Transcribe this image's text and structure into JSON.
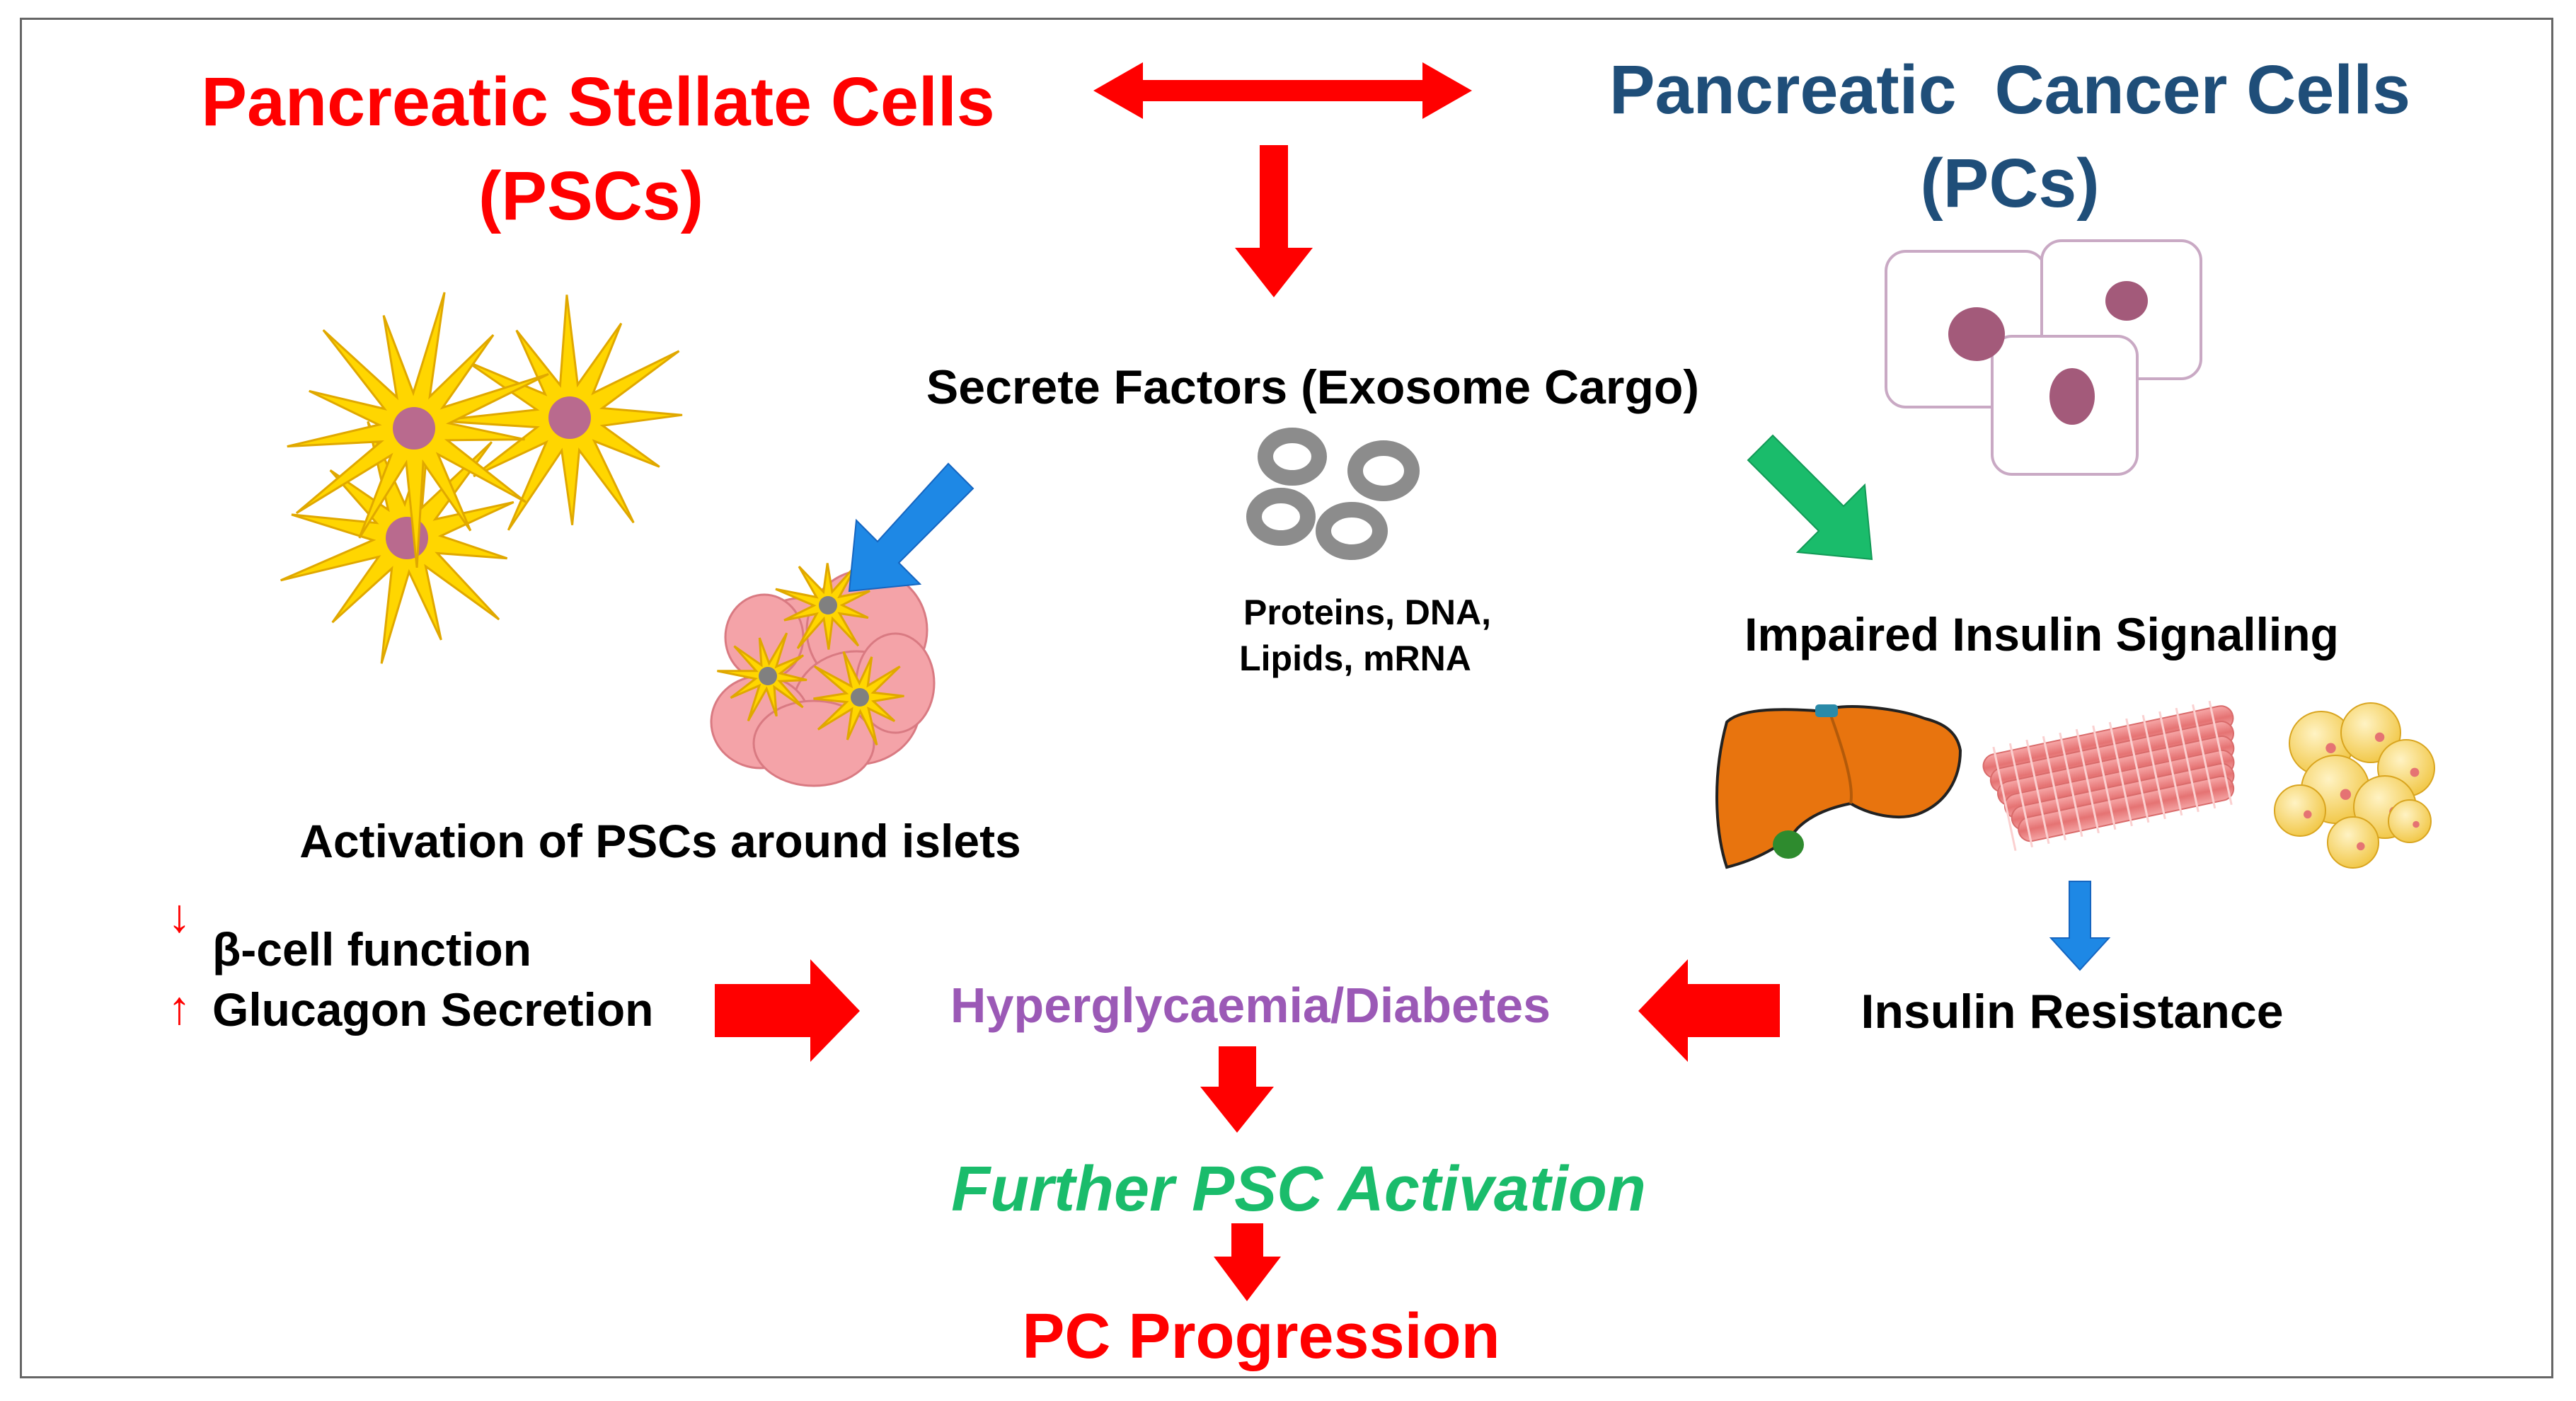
{
  "colors": {
    "red": "#FF0000",
    "navy": "#1F4E79",
    "blue_arrow": "#1E88E5",
    "green_arrow": "#1ABC6B",
    "purple": "#9B59B6",
    "green_text": "#1ABC6B",
    "black": "#000000"
  },
  "psc": {
    "title_line1": "Pancreatic Stellate Cells",
    "title_line2": "(PSCs)"
  },
  "pc": {
    "title_line1": "Pancreatic  Cancer Cells",
    "title_line2": "(PCs)"
  },
  "secrete": {
    "label": "Secrete Factors (Exosome Cargo)",
    "cargo_line1": "Proteins, DNA,",
    "cargo_line2": "Lipids, mRNA"
  },
  "activation": {
    "label": "Activation of PSCs around islets"
  },
  "impaired": {
    "label": "Impaired Insulin Signalling"
  },
  "effects": {
    "down_arrow_glyph": "↓",
    "up_arrow_glyph": "↑",
    "beta_cell": "β-cell function",
    "glucagon": "Glucagon Secretion"
  },
  "hyperglycaemia": {
    "label": "Hyperglycaemia/Diabetes"
  },
  "insulin_resistance": {
    "label": "Insulin Resistance"
  },
  "further": {
    "label": "Further PSC Activation"
  },
  "progression": {
    "label": "PC Progression"
  },
  "icons": [
    "stellate-cell-icon",
    "islet-cluster-icon",
    "exosome-ring-icon",
    "cancer-cell-icon",
    "liver-icon",
    "muscle-fiber-icon",
    "adipocyte-icon"
  ]
}
